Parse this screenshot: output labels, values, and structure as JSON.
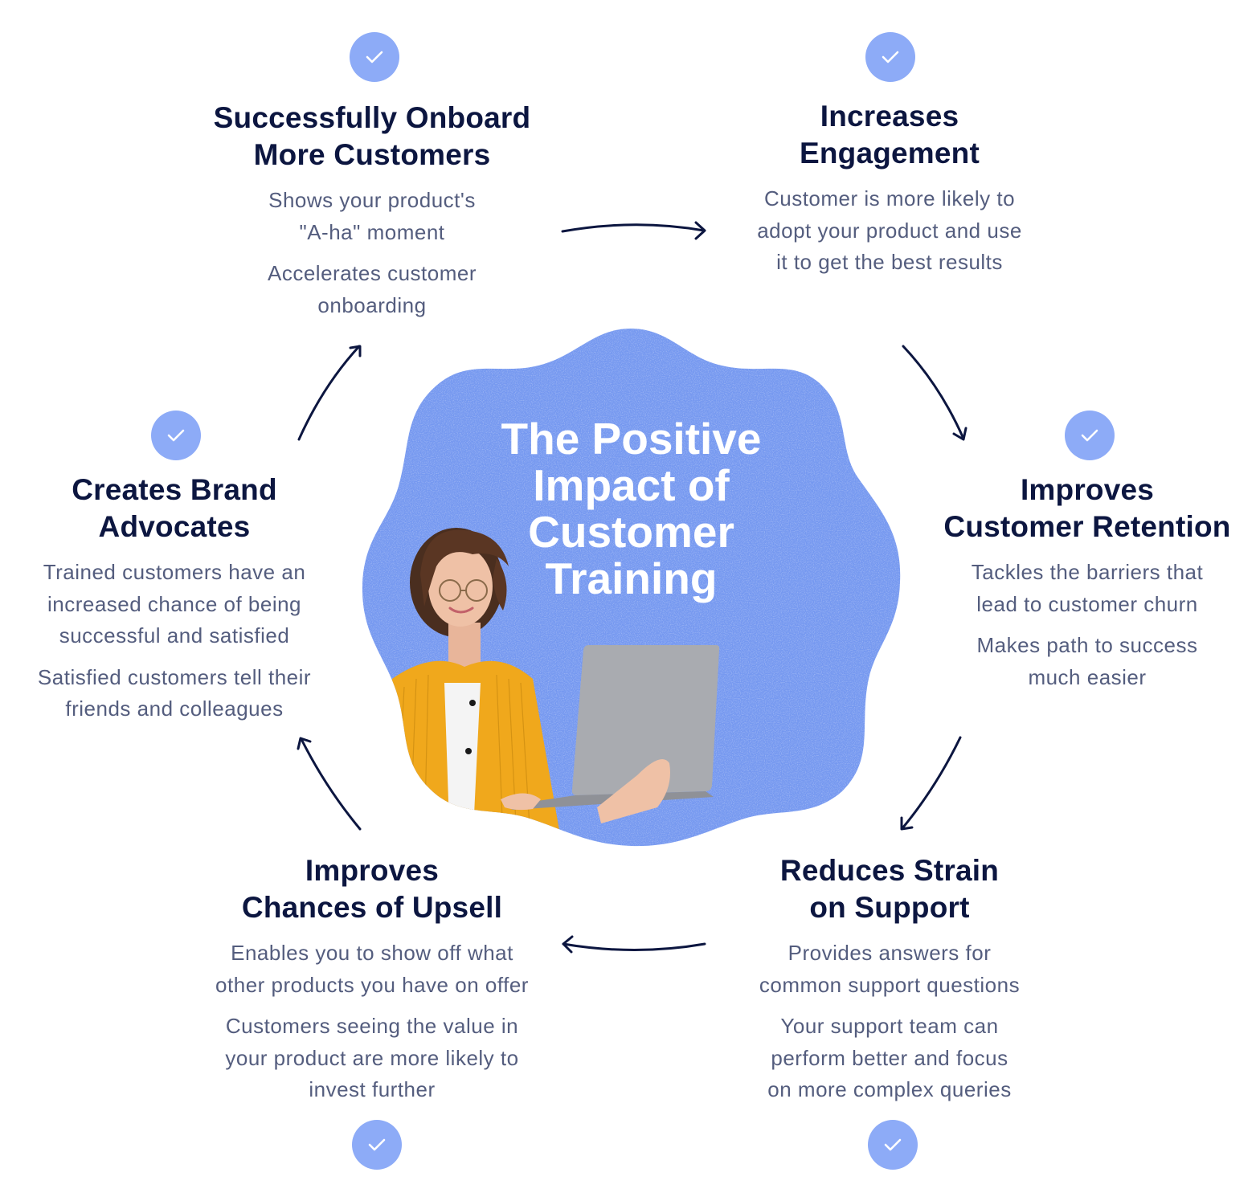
{
  "center": {
    "title_lines": [
      "The Positive",
      "Impact of",
      "Customer",
      "Training"
    ],
    "blob_color": "#7598f0",
    "illustration": "woman-with-laptop-photo"
  },
  "colors": {
    "title": "#0c1640",
    "body_text": "#545d7e",
    "check_circle": "#8dabf7",
    "arrow": "#0c1640"
  },
  "benefits": [
    {
      "icon": "check-circle-icon",
      "title_lines": [
        "Successfully Onboard",
        "More Customers"
      ],
      "points": [
        "Shows your product's\n\"A-ha\" moment",
        "Accelerates customer\nonboarding"
      ]
    },
    {
      "icon": "check-circle-icon",
      "title_lines": [
        "Increases",
        "Engagement"
      ],
      "points": [
        "Customer is more likely to\nadopt your product and use\nit to get the best results"
      ]
    },
    {
      "icon": "check-circle-icon",
      "title_lines": [
        "Improves",
        "Customer Retention"
      ],
      "points": [
        "Tackles the barriers that\nlead to customer churn",
        "Makes path to success\nmuch easier"
      ]
    },
    {
      "icon": "check-circle-icon",
      "title_lines": [
        "Reduces Strain",
        "on Support"
      ],
      "points": [
        "Provides answers for\ncommon support questions",
        "Your support team can\nperform better and focus\non more complex queries"
      ]
    },
    {
      "icon": "check-circle-icon",
      "title_lines": [
        "Improves",
        "Chances of Upsell"
      ],
      "points": [
        "Enables you to show off what\nother products you have on offer",
        "Customers seeing the value in\nyour product are more likely to\ninvest further"
      ]
    },
    {
      "icon": "check-circle-icon",
      "title_lines": [
        "Creates Brand",
        "Advocates"
      ],
      "points": [
        "Trained customers have an\nincreased chance of being\nsuccessful and satisfied",
        "Satisfied customers tell their\nfriends and colleagues"
      ]
    }
  ]
}
